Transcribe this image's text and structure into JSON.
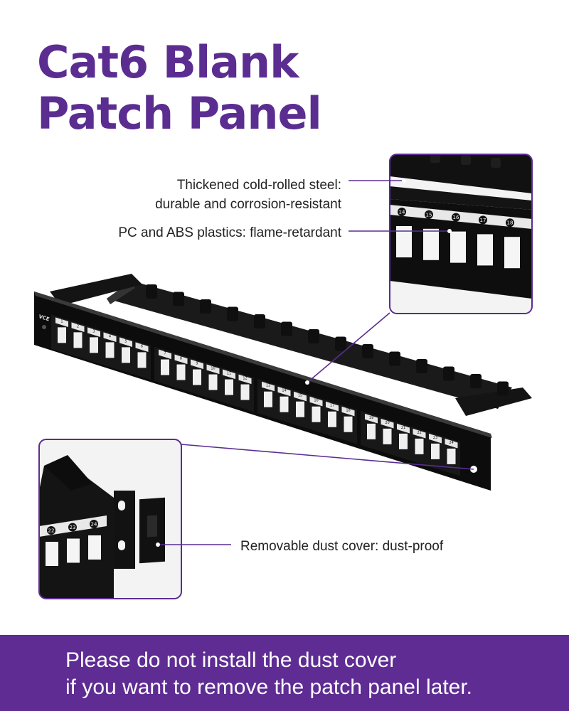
{
  "title": {
    "line1": "Cat6 Blank",
    "line2": "Patch Panel"
  },
  "callouts": {
    "steel": {
      "line1": "Thickened cold-rolled steel:",
      "line2": "durable and corrosion-resistant"
    },
    "plastic": "PC and ABS plastics: flame-retardant",
    "dust_cover": "Removable dust cover: dust-proof"
  },
  "brand_logo": "VCE",
  "port_numbers": {
    "main": [
      "1",
      "2",
      "3",
      "4",
      "5",
      "6",
      "7",
      "8",
      "9",
      "10",
      "11",
      "12",
      "13",
      "14",
      "15",
      "16",
      "17",
      "18",
      "19",
      "20",
      "21",
      "22",
      "23",
      "24"
    ],
    "zoom_top": [
      "14",
      "15",
      "16",
      "17",
      "18"
    ],
    "zoom_bottom": [
      "22",
      "23",
      "24"
    ]
  },
  "footer": {
    "line1": "Please do not install the dust cover",
    "line2": "if you want to remove the patch panel later."
  },
  "colors": {
    "accent": "#5b2d91",
    "footer_bg": "#5e2c93",
    "panel": "#111111",
    "frame_border": "#5b2d91"
  }
}
